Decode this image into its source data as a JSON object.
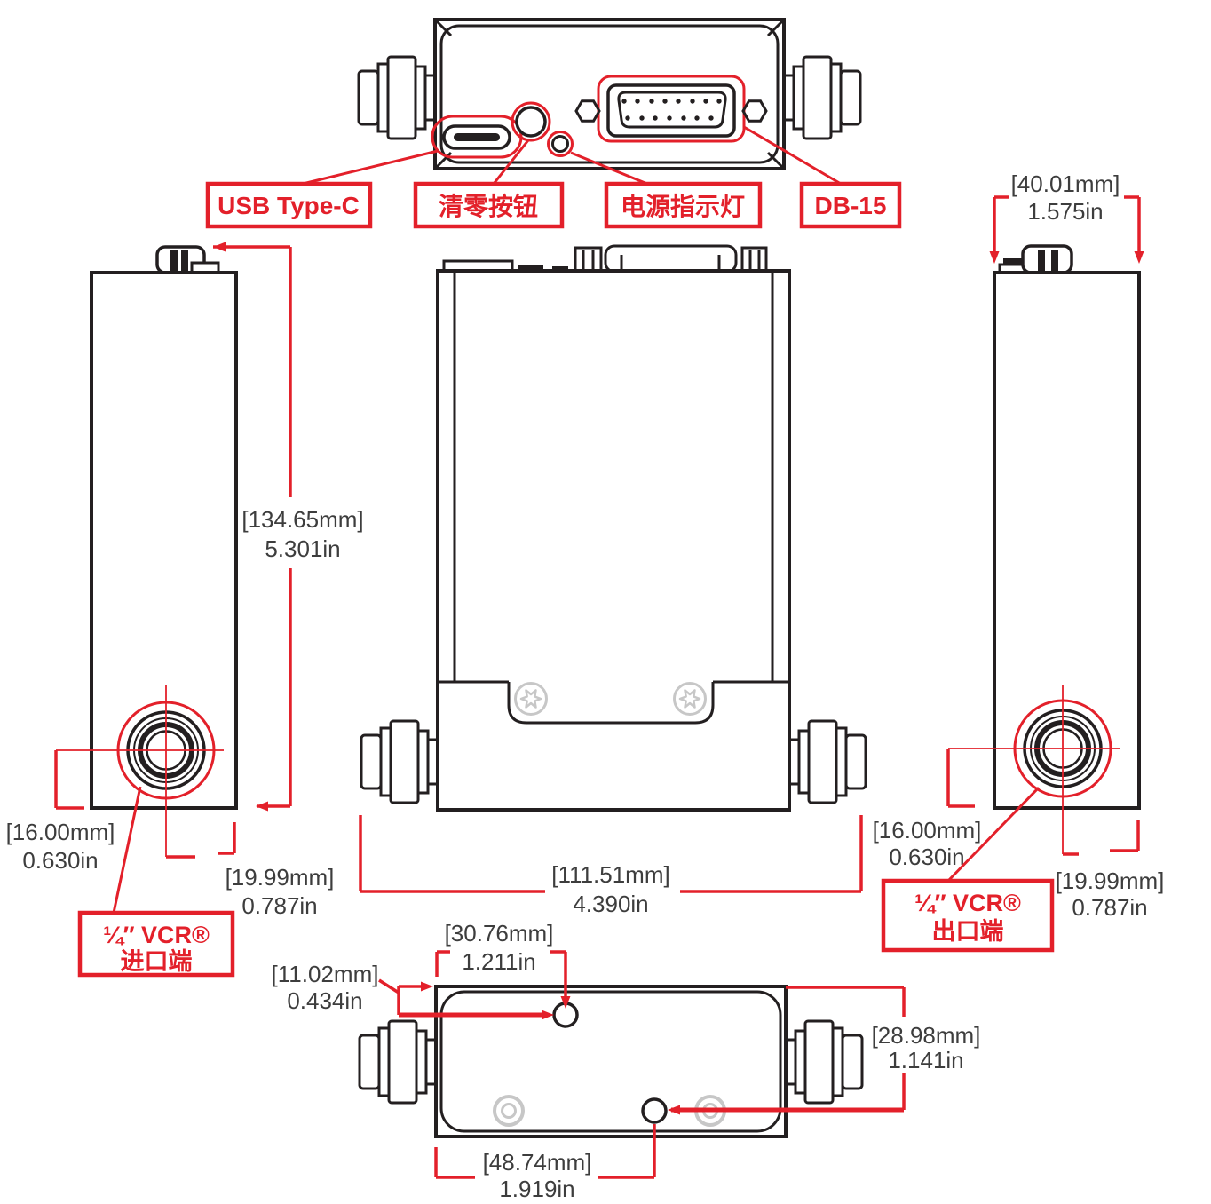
{
  "colors": {
    "accent_red": "#e3202a",
    "line_black": "#231f20",
    "dim_text": "#3d3d3d",
    "screw_gray": "#c7c7c7"
  },
  "top_view": {
    "callouts": [
      {
        "label": "USB Type-C"
      },
      {
        "label": "清零按钮"
      },
      {
        "label": "电源指示灯"
      },
      {
        "label": "DB-15"
      }
    ]
  },
  "left_view": {
    "height": {
      "mm": "[134.65mm]",
      "inch": "5.301in"
    },
    "port_offset": {
      "mm": "[16.00mm]",
      "inch": "0.630in"
    },
    "port_depth": {
      "mm": "[19.99mm]",
      "inch": "0.787in"
    },
    "callout": {
      "line1": "¼″ VCR®",
      "line2": "进口端"
    }
  },
  "front_view": {
    "width": {
      "mm": "[111.51mm]",
      "inch": "4.390in"
    }
  },
  "right_view": {
    "width": {
      "mm": "[40.01mm]",
      "inch": "1.575in"
    },
    "port_offset": {
      "mm": "[16.00mm]",
      "inch": "0.630in"
    },
    "port_depth": {
      "mm": "[19.99mm]",
      "inch": "0.787in"
    },
    "callout": {
      "line1": "¼″ VCR®",
      "line2": "出口端"
    }
  },
  "bottom_view": {
    "hole1_x": {
      "mm": "[30.76mm]",
      "inch": "1.211in"
    },
    "hole1_y": {
      "mm": "[11.02mm]",
      "inch": "0.434in"
    },
    "hole_span": {
      "mm": "[28.98mm]",
      "inch": "1.141in"
    },
    "hole2_x": {
      "mm": "[48.74mm]",
      "inch": "1.919in"
    }
  }
}
